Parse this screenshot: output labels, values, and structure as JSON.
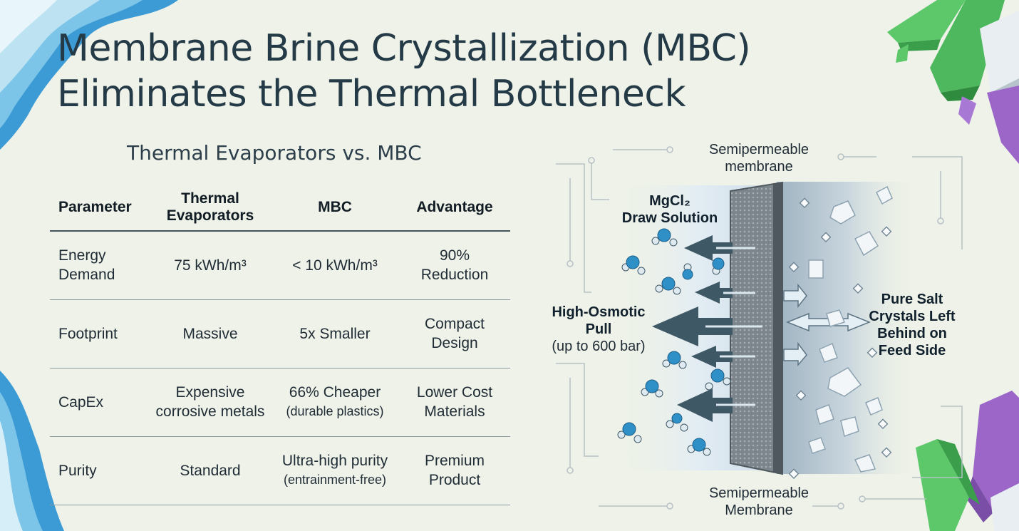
{
  "title": {
    "line1": "Membrane Brine Crystallization (MBC)",
    "line2": "Eliminates the Thermal Bottleneck"
  },
  "subtitle": "Thermal Evaporators vs. MBC",
  "table": {
    "headers": {
      "parameter": "Parameter",
      "thermal_line1": "Thermal",
      "thermal_line2": "Evaporators",
      "mbc": "MBC",
      "advantage": "Advantage"
    },
    "rows": [
      {
        "param": [
          "Energy",
          "Demand"
        ],
        "thermal": [
          "75 kWh/m³"
        ],
        "mbc": [
          "< 10 kWh/m³"
        ],
        "advantage": [
          "90%",
          "Reduction"
        ]
      },
      {
        "param": [
          "Footprint"
        ],
        "thermal": [
          "Massive"
        ],
        "mbc": [
          "5x Smaller"
        ],
        "advantage": [
          "Compact",
          "Design"
        ]
      },
      {
        "param": [
          "CapEx"
        ],
        "thermal": [
          "Expensive",
          "corrosive metals"
        ],
        "mbc": [
          "66% Cheaper",
          "(durable plastics)"
        ],
        "advantage": [
          "Lower Cost",
          "Materials"
        ]
      },
      {
        "param": [
          "Purity"
        ],
        "thermal": [
          "Standard"
        ],
        "mbc": [
          "Ultra-high purity",
          "(entrainment-free)"
        ],
        "advantage": [
          "Premium",
          "Product"
        ]
      }
    ]
  },
  "diagram": {
    "top_label": [
      "Semipermeable",
      "membrane"
    ],
    "draw_label": [
      "MgCl₂",
      "Draw Solution"
    ],
    "pull_label": [
      "High-Osmotic",
      "Pull",
      "(up to 600 bar)"
    ],
    "crystal_label": [
      "Pure Salt",
      "Crystals Left",
      "Behind on",
      "Feed Side"
    ],
    "bottom_label": [
      "Semipermeable",
      "Membrane"
    ]
  },
  "colors": {
    "background": "#eef2e8",
    "title": "#253a47",
    "arrow": "#3f5866",
    "membrane": "#6d757b",
    "water_molecule": "#2f8fc7",
    "crystal_green": "#5cc86a",
    "crystal_purple": "#9b66c8",
    "wave_blue": "#3f9fd6"
  }
}
